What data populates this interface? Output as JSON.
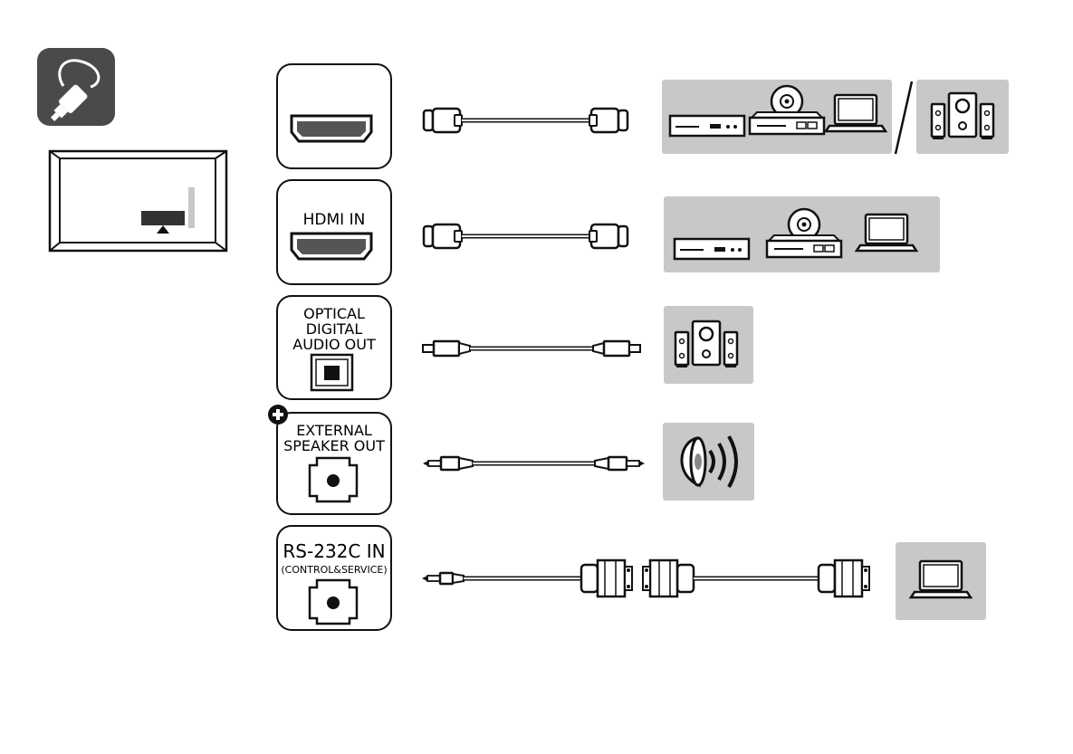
{
  "ports": [
    {
      "id": "hdmi1",
      "lines": []
    },
    {
      "id": "hdmi2",
      "lines": [
        "HDMI IN"
      ]
    },
    {
      "id": "optical",
      "lines": [
        "OPTICAL",
        "DIGITAL",
        "AUDIO OUT"
      ]
    },
    {
      "id": "speaker",
      "lines": [
        "EXTERNAL",
        "SPEAKER OUT"
      ]
    },
    {
      "id": "rs232",
      "lines": [
        "RS-232C IN",
        "(CONTROL&SERVICE)"
      ]
    }
  ],
  "colors": {
    "panel": "#c8c8c8",
    "line": "#111111",
    "card": "#ffffff",
    "icon_bg": "#4a4a4a"
  }
}
